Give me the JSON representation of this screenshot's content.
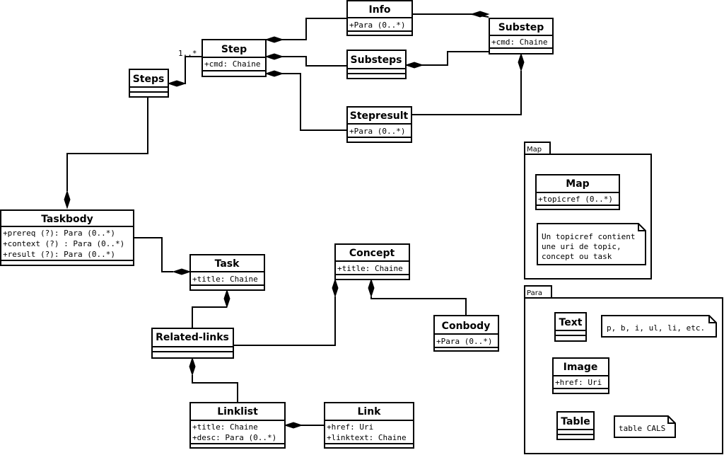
{
  "classes": {
    "info": {
      "name": "Info",
      "attrs": [
        "+Para (0..*)"
      ]
    },
    "substep": {
      "name": "Substep",
      "attrs": [
        "+cmd: Chaine"
      ]
    },
    "step": {
      "name": "Step",
      "attrs": [
        "+cmd: Chaine"
      ]
    },
    "substeps": {
      "name": "Substeps",
      "attrs": []
    },
    "steps": {
      "name": "Steps",
      "attrs": []
    },
    "stepresult": {
      "name": "Stepresult",
      "attrs": [
        "+Para (0..*)"
      ]
    },
    "taskbody": {
      "name": "Taskbody",
      "attrs": [
        "+prereq (?): Para (0..*)",
        "+context (?) : Para (0..*)",
        "+result (?): Para (0..*)"
      ]
    },
    "task": {
      "name": "Task",
      "attrs": [
        "+title: Chaine"
      ]
    },
    "concept": {
      "name": "Concept",
      "attrs": [
        "+title: Chaine"
      ]
    },
    "conbody": {
      "name": "Conbody",
      "attrs": [
        "+Para (0..*)"
      ]
    },
    "related_links": {
      "name": "Related-links",
      "attrs": []
    },
    "linklist": {
      "name": "Linklist",
      "attrs": [
        "+title: Chaine",
        "+desc: Para (0..*)"
      ]
    },
    "link": {
      "name": "Link",
      "attrs": [
        "+href: Uri",
        "+linktext: Chaine"
      ]
    },
    "map": {
      "name": "Map",
      "attrs": [
        "+topicref (0..*)"
      ]
    },
    "text": {
      "name": "Text",
      "attrs": []
    },
    "image": {
      "name": "Image",
      "attrs": [
        "+href: Uri"
      ]
    },
    "table": {
      "name": "Table",
      "attrs": []
    }
  },
  "multiplicity": {
    "steps_step": "1..*"
  },
  "packages": {
    "map": {
      "label": "Map"
    },
    "para": {
      "label": "Para"
    }
  },
  "notes": {
    "map_note": [
      "Un topicref contient",
      "une uri de topic,",
      "concept ou task"
    ],
    "text_note": [
      "p, b, i, ul, li, etc."
    ],
    "table_note": [
      "table CALS"
    ]
  }
}
